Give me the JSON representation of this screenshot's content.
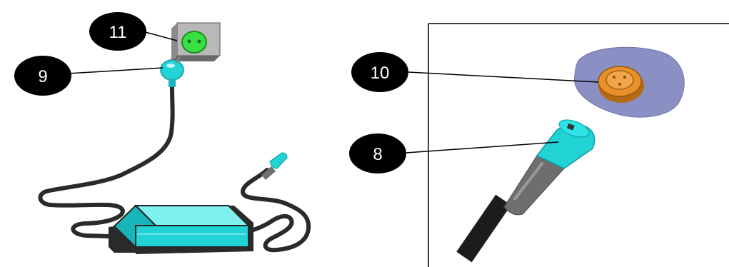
{
  "callouts": {
    "c11": {
      "label": "11",
      "points_to": "wall-outlet"
    },
    "c9": {
      "label": "9",
      "points_to": "power-plug"
    },
    "c10": {
      "label": "10",
      "points_to": "skin-patch-connector"
    },
    "c8": {
      "label": "8",
      "points_to": "cable-connector"
    }
  },
  "colors": {
    "teal": "#22d3d6",
    "teal_dark": "#0d9aa0",
    "callout_fill": "#000000",
    "callout_text": "#ffffff",
    "cord": "#2a2a2a",
    "outlet_box": "#b8b8b8",
    "outlet_face": "#39e044",
    "patch_fill": "#8a8fc4",
    "connector_orange": "#e8902a",
    "sheath_gray": "#6e6e6e",
    "frame_line": "#000000"
  }
}
